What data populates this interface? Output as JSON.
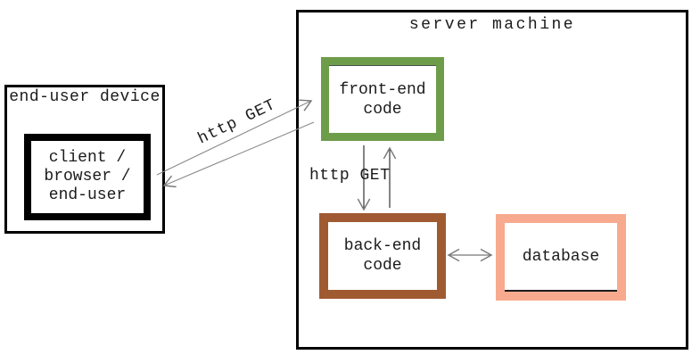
{
  "diagram": {
    "end_user_device": {
      "label": "end-user device",
      "client_box": {
        "line1": "client /",
        "line2": "browser /",
        "line3": "end-user"
      }
    },
    "server_machine": {
      "label": "server machine",
      "front_end": {
        "line1": "front-end",
        "line2": "code"
      },
      "back_end": {
        "line1": "back-end",
        "line2": "code"
      },
      "database": {
        "label": "database"
      }
    },
    "arrows": {
      "client_to_frontend_label": "http GET",
      "frontend_to_backend_label": "http GET"
    },
    "colors": {
      "front_end_border": "#6d9d49",
      "back_end_border": "#a05a32",
      "database_border": "#f8aa8f",
      "outer_box_border": "#000000",
      "arrow_line_gray": "#8a8a8a",
      "arrow_line_dark": "#333333"
    }
  }
}
